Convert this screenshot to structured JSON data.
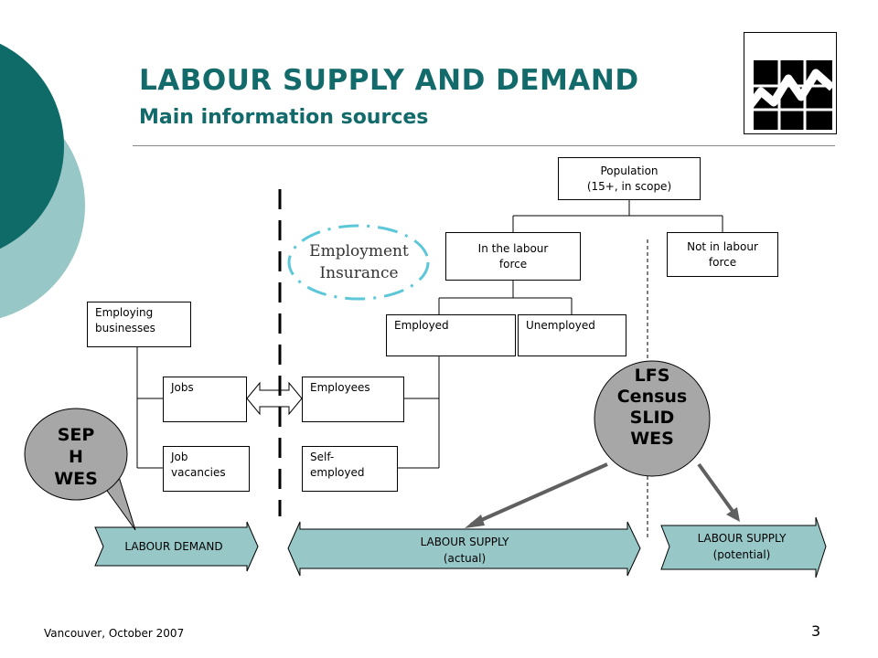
{
  "title": "LABOUR SUPPLY AND DEMAND",
  "subtitle": "Main information sources",
  "footer": "Vancouver, October 2007",
  "page_number": "3",
  "colors": {
    "accent_teal": "#126a6a",
    "light_teal": "#98c7c7",
    "dashed_blue": "#5bc7d8",
    "bubble_gray": "#a7a7a7"
  },
  "boxes": {
    "population": [
      "Population",
      "(15+, in scope)"
    ],
    "in_labour_force": [
      "In the labour",
      "force"
    ],
    "not_in_labour_force": [
      "Not in labour",
      "force"
    ],
    "employed": "Employed",
    "unemployed": "Unemployed",
    "employing_businesses": [
      "Employing",
      "businesses"
    ],
    "jobs": "Jobs",
    "job_vacancies": [
      "Job",
      "vacancies"
    ],
    "employees": "Employees",
    "self_employed": [
      "Self-",
      "employed"
    ]
  },
  "employment_insurance": [
    "Employment",
    "Insurance"
  ],
  "bubbles": {
    "lfs": [
      "LFS",
      "Census",
      "SLID",
      "WES"
    ],
    "seph": [
      "SEP",
      "H",
      "WES"
    ]
  },
  "arrows": {
    "labour_demand": "LABOUR DEMAND",
    "labour_supply_actual": [
      "LABOUR SUPPLY",
      "(actual)"
    ],
    "labour_supply_potential": [
      "LABOUR SUPPLY",
      "(potential)"
    ]
  }
}
